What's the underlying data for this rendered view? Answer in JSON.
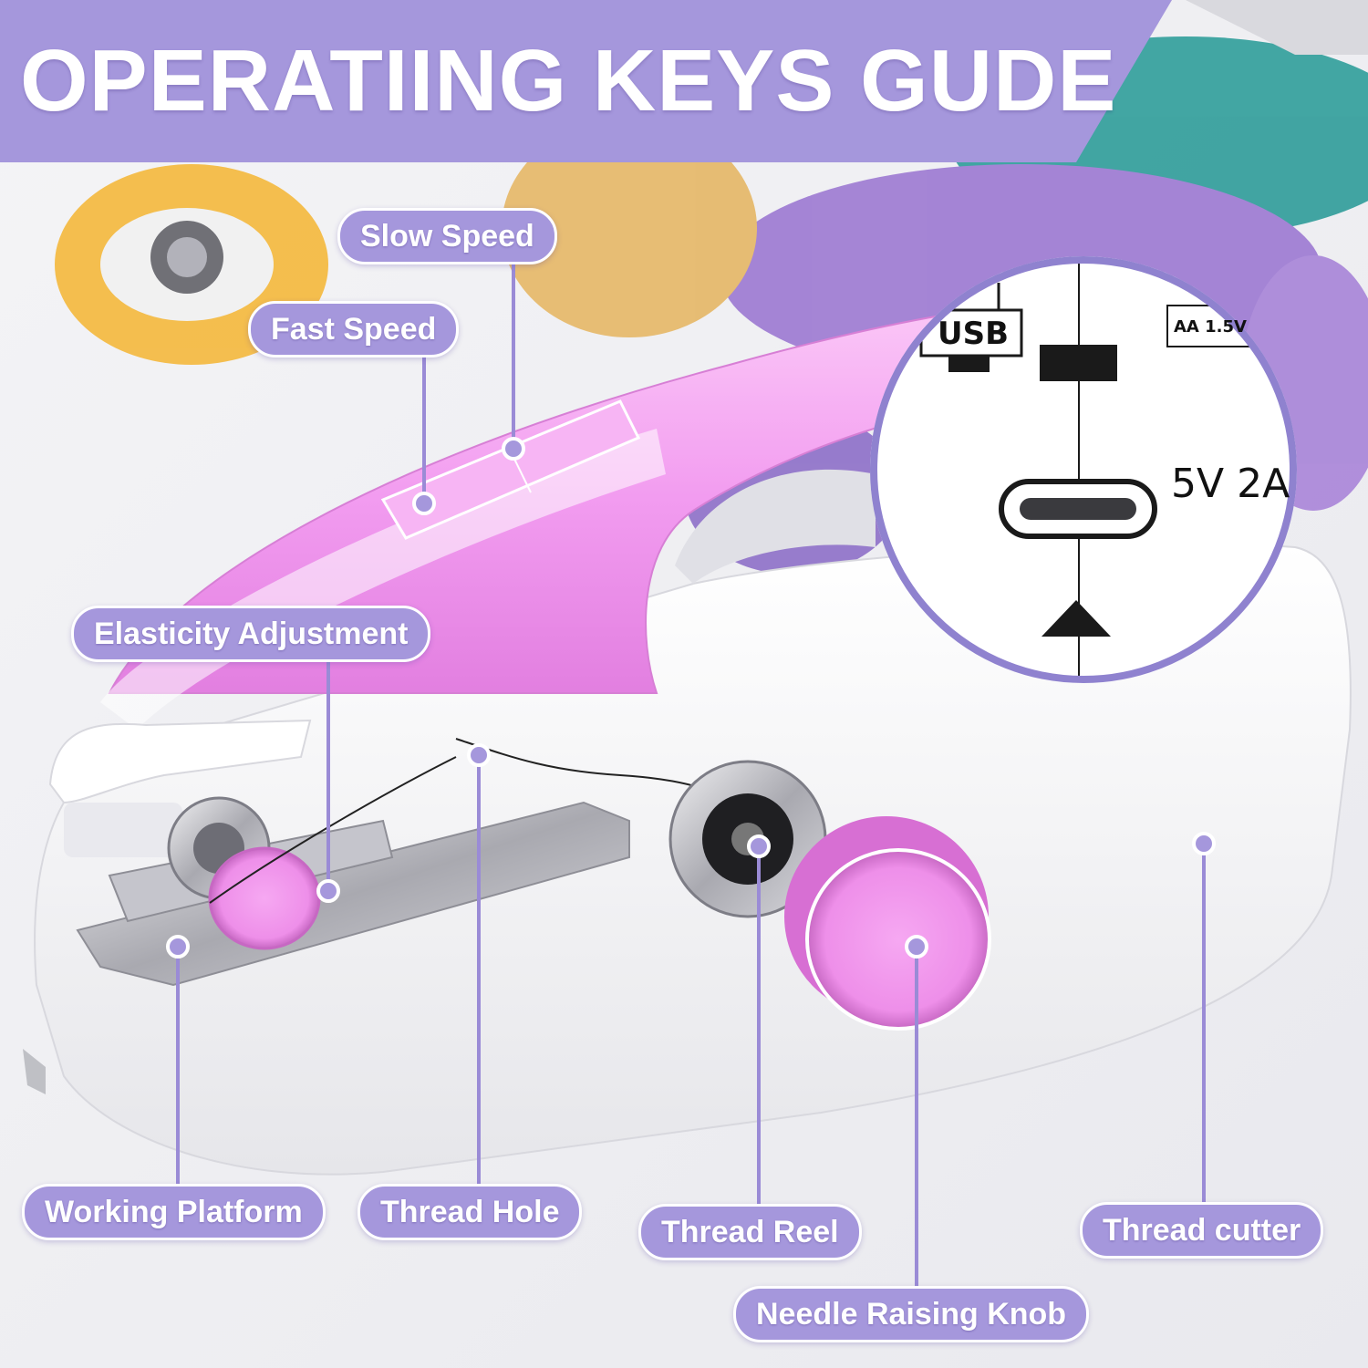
{
  "banner": {
    "title": "OPERATIING KEYS GUDE"
  },
  "labels": {
    "slow_speed": "Slow Speed",
    "fast_speed": "Fast Speed",
    "elasticity_adjustment": "Elasticity Adjustment",
    "working_platform": "Working Platform",
    "thread_hole": "Thread Hole",
    "thread_reel": "Thread Reel",
    "thread_cutter": "Thread cutter",
    "needle_raising_knob": "Needle Raising Knob"
  },
  "inset": {
    "usb_label": "USB",
    "battery_label": "AA 1.5V",
    "power_rating": "5V 2A"
  },
  "colors": {
    "accent_purple": "#a597dc",
    "machine_pink": "#f29cf0",
    "machine_white": "#ffffff",
    "leader_line": "#9a8bd6"
  }
}
